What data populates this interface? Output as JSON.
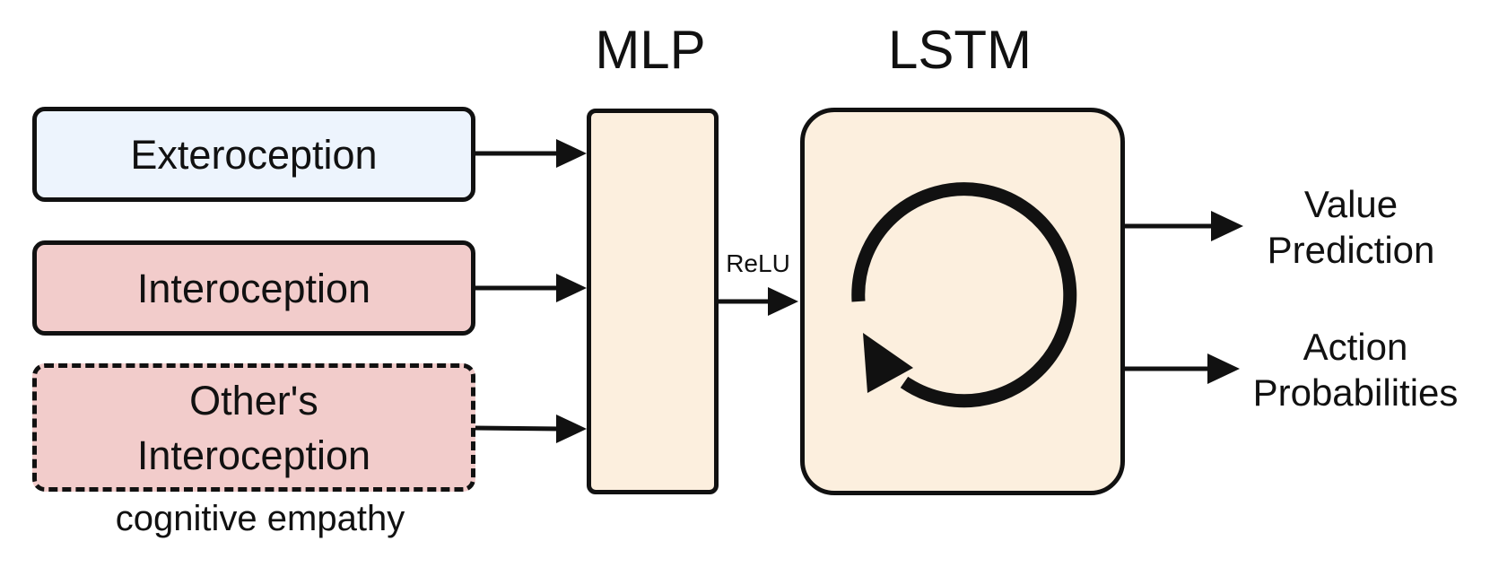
{
  "inputs": {
    "exteroception": "Exteroception",
    "interoception": "Interoception",
    "others_line1": "Other's",
    "others_line2": "Interoception",
    "cognitive_empathy": "cognitive empathy"
  },
  "mlp": {
    "title": "MLP",
    "activation": "ReLU"
  },
  "lstm": {
    "title": "LSTM"
  },
  "outputs": {
    "value_line1": "Value",
    "value_line2": "Prediction",
    "action_line1": "Action",
    "action_line2": "Probabilities"
  },
  "colors": {
    "exteroception_fill": "#edf4fd",
    "interoception_fill": "#f2cccb",
    "network_fill": "#fcefde",
    "stroke": "#111111"
  }
}
